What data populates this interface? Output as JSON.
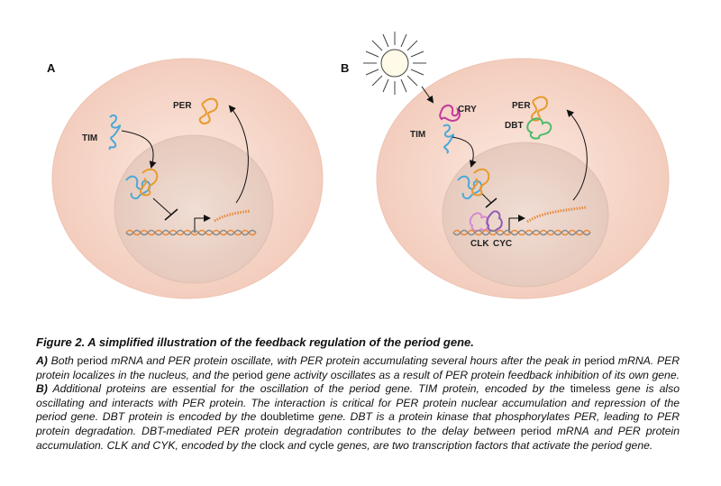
{
  "figure": {
    "panel_a": {
      "label": "A",
      "tim": "TIM",
      "per": "PER"
    },
    "panel_b": {
      "label": "B",
      "cry": "CRY",
      "tim": "TIM",
      "per": "PER",
      "dbt": "DBT",
      "clk": "CLK",
      "cyc": "CYC"
    },
    "colors": {
      "cell": "#f7ddd1",
      "nucleus": "#ecd3c8",
      "tim": "#4aa8d8",
      "per": "#e89a2c",
      "cry": "#c23a9a",
      "dbt": "#4dbb6a",
      "clk": "#d78ad0",
      "cyc": "#8e5bb5",
      "mrna": "#e8893a",
      "dna": "#8a8a8a"
    }
  },
  "caption": {
    "title": "Figure 2. A simplified illustration of the feedback regulation of the period gene.",
    "segments": [
      {
        "style": "bi",
        "text": "A)"
      },
      {
        "style": "i",
        "text": " Both "
      },
      {
        "style": "n",
        "text": "period "
      },
      {
        "style": "i",
        "text": "mRNA and PER protein oscillate, with PER protein accumulating several hours after the peak in "
      },
      {
        "style": "n",
        "text": "period "
      },
      {
        "style": "i",
        "text": "mRNA. PER protein localizes in the nucleus, and the "
      },
      {
        "style": "n",
        "text": "period "
      },
      {
        "style": "i",
        "text": "gene activity oscillates as a result of PER protein feedback inhibition of its own gene. "
      },
      {
        "style": "bi",
        "text": "B)"
      },
      {
        "style": "i",
        "text": " Additional proteins are essential for the oscillation of the period gene. TIM protein, encoded by the "
      },
      {
        "style": "n",
        "text": "timeless "
      },
      {
        "style": "i",
        "text": "gene is also oscillating and interacts with PER protein. The interaction is critical for PER protein nuclear accumulation and repression of the period gene. DBT protein is encoded by the "
      },
      {
        "style": "n",
        "text": "doubletime "
      },
      {
        "style": "i",
        "text": "gene. DBT is a protein kinase that phosphorylates PER, leading to PER protein degradation. DBT-mediated PER protein degradation contributes to the delay between "
      },
      {
        "style": "n",
        "text": "period "
      },
      {
        "style": "i",
        "text": "mRNA and PER protein accumulation. CLK and CYK, encoded by the "
      },
      {
        "style": "n",
        "text": "clock "
      },
      {
        "style": "i",
        "text": "and "
      },
      {
        "style": "n",
        "text": "cycle "
      },
      {
        "style": "i",
        "text": "genes, are two transcription factors that activate the period gene."
      }
    ]
  }
}
